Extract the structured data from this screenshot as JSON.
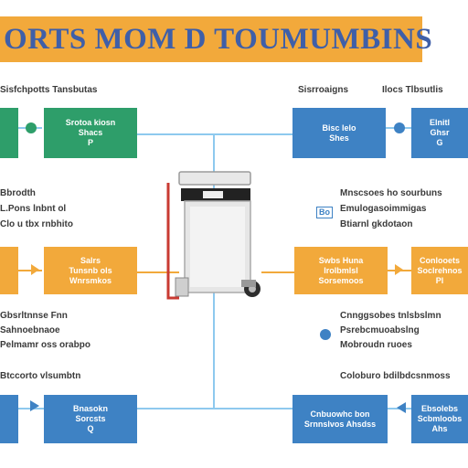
{
  "banner": {
    "title": "ORTS MOM D TOUMUMBINS"
  },
  "top_left": {
    "caption": "Sisfchpotts Tansbutas",
    "box": [
      "Srotoa kiosn",
      "Shacs",
      "P"
    ]
  },
  "top_right": {
    "caption_a": "Sisrroaigns",
    "caption_b": "Ilocs Tlbsutlis",
    "box1": [
      "Bisc lelo",
      "Shes"
    ],
    "box2": [
      "Elnitl",
      "Ghsr",
      "G"
    ]
  },
  "mid_left": {
    "caption": [
      "Bbrodth",
      "L.Pons lnbnt ol",
      "Clo u tbx rnbhito"
    ],
    "box": [
      "Salrs",
      "Tunsnb ols",
      "Wnrsmkos"
    ]
  },
  "mid_right": {
    "caption": [
      "Mnscsoes ho sourbuns",
      "Emulogasoimmigas",
      "Btiarnl gkdotaon"
    ],
    "tag": "Bo",
    "box1": [
      "Swbs Huna",
      "Irolbmlsl",
      "Sorsemoos"
    ],
    "box2": [
      "Conlooets",
      "Soclrehnos",
      "Pl"
    ]
  },
  "low_left": {
    "caption": [
      "Gbsrltnnse  Fnn",
      "Sahnoebnaoe",
      "Pelmamr oss orabpo"
    ]
  },
  "low_right": {
    "caption": [
      "Cnnggsobes tnlsbslmn",
      "Psrebcmuoabslng",
      "Mobroudn ruoes"
    ]
  },
  "bottom_left": {
    "caption": "Btccorto vlsumbtn",
    "box": [
      "Bnasokn",
      "Sorcsts",
      "Q"
    ]
  },
  "bottom_right": {
    "caption": "Coloburo bdilbdcsnmoss",
    "box1": [
      "Cnbuowhc bon",
      "Srnnslvos Ahsdss"
    ],
    "box2": [
      "Ebsolebs",
      "Scbmloobs",
      "Ahs"
    ]
  },
  "colors": {
    "orange": "#f2a93b",
    "blue": "#3e82c4",
    "green": "#2e9e6a",
    "title": "#3f5fa8",
    "connector": "#8ec9ee"
  },
  "icons": {
    "center": "trash-bin-icon",
    "dots": "node-dot-icon"
  }
}
